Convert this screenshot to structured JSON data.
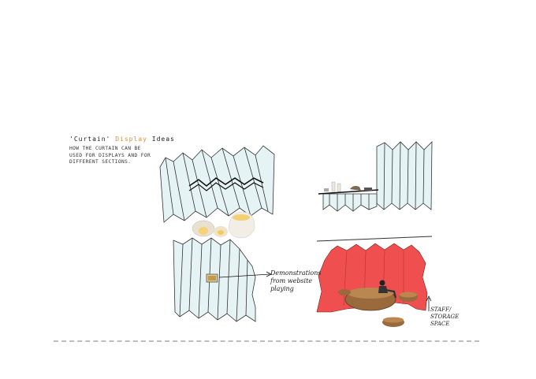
{
  "title": {
    "quote_open": "'",
    "word1": "Curtain",
    "quote_close": "'",
    "word2": "Display",
    "word3": "Ideas"
  },
  "description": "How the curtain can be used for displays and for different sections.",
  "annotations": {
    "demo": "Demonstrations from website playing",
    "staff": "Staff/ storage space"
  },
  "colors": {
    "accent": "#d9913a",
    "curtain": "#e6f3f5",
    "red_curtain": "#ef4f4f",
    "wood": "#9a6a3c"
  }
}
